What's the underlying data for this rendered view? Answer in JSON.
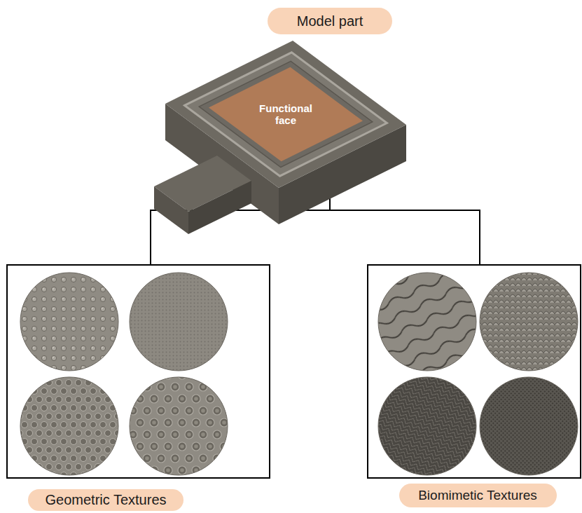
{
  "diagram": {
    "nodes": [
      {
        "text": [
          "Model part"
        ]
      },
      {
        "text": [
          "Functional face"
        ]
      },
      {
        "text": [
          "Geometric Textures"
        ]
      },
      {
        "text": [
          "Biomimetic Textures"
        ]
      }
    ]
  }
}
